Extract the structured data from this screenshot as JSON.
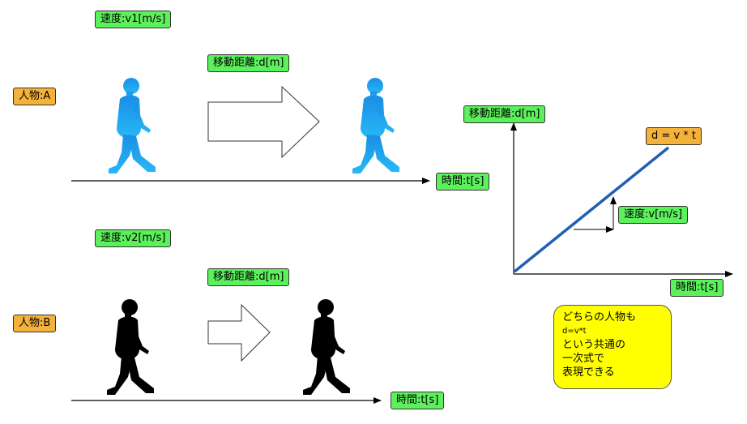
{
  "scene_a": {
    "speed": "速度:v1[m/s]",
    "distance": "移動距離:d[m]",
    "person": "人物:A",
    "time": "時間:t[s]",
    "figure_color": "#1ea8f0"
  },
  "scene_b": {
    "speed": "速度:v2[m/s]",
    "distance": "移動距離:d[m]",
    "person": "人物:B",
    "time": "時間:t[s]",
    "figure_color": "#000000"
  },
  "graph": {
    "ylabel": "移動距離:d[m]",
    "xlabel": "時間:t[s]",
    "line_label": "d = v * t",
    "slope_label": "速度:v[m/s]",
    "line_color": "#1f5fb4"
  },
  "note": {
    "line1": "どちらの人物も",
    "line2": "d=v*t",
    "line3": "という共通の",
    "line4": "一次式で",
    "line5": "表現できる"
  },
  "colors": {
    "label_green": "#5cf05c",
    "label_orange": "#f5b23a",
    "note_yellow": "#ffff00"
  }
}
